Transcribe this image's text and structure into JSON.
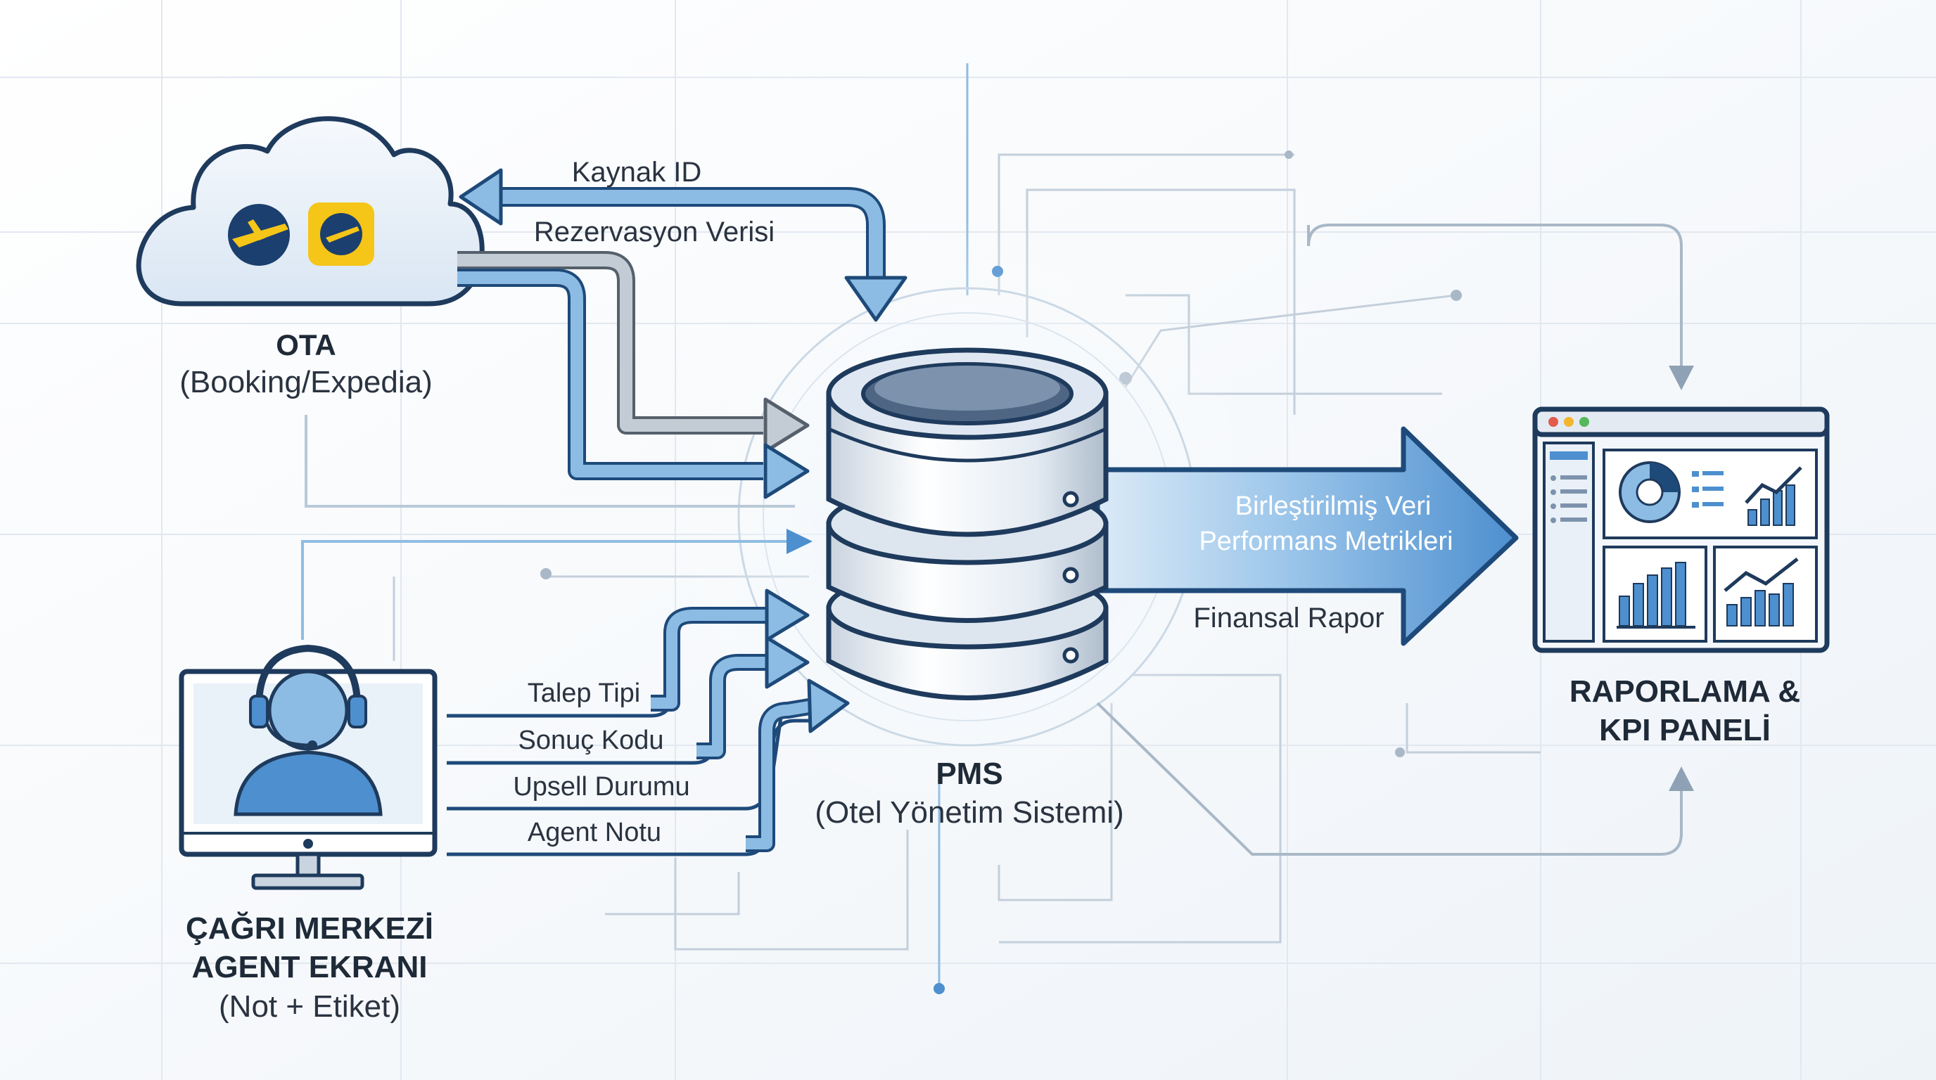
{
  "colors": {
    "background": "#ffffff",
    "accent_blue": "#3a78b8",
    "navy": "#1e4a7a",
    "gray_arrow": "#a8b2bd",
    "text": "#2a3340",
    "icon_yellow": "#f5c518"
  },
  "ota": {
    "title": "OTA",
    "subtitle": "(Booking/Expedia)",
    "icons": [
      "plane-logo-icon",
      "plane-logo-icon"
    ]
  },
  "ota_flows": {
    "label_source_id": "Kaynak ID",
    "label_reservation": "Rezervasyon Verisi"
  },
  "pms": {
    "title": "PMS",
    "subtitle": "(Otel Yönetim Sistemi)",
    "icon": "database-icon"
  },
  "agent": {
    "title_line1": "ÇAĞRI MERKEZİ",
    "title_line2": "AGENT EKRANI",
    "subtitle": "(Not + Etiket)",
    "icon": "headset-agent-icon",
    "fields": [
      "Talep Tipi",
      "Sonuç Kodu",
      "Upsell Durumu",
      "Agent Notu"
    ]
  },
  "output_flow": {
    "line1": "Birleştirilmiş Veri",
    "line2": "Performans Metrikleri",
    "line3": "Finansal Rapor"
  },
  "reporting": {
    "title_line1": "RAPORLAMA &",
    "title_line2": "KPI PANELİ",
    "icon": "dashboard-icon"
  }
}
